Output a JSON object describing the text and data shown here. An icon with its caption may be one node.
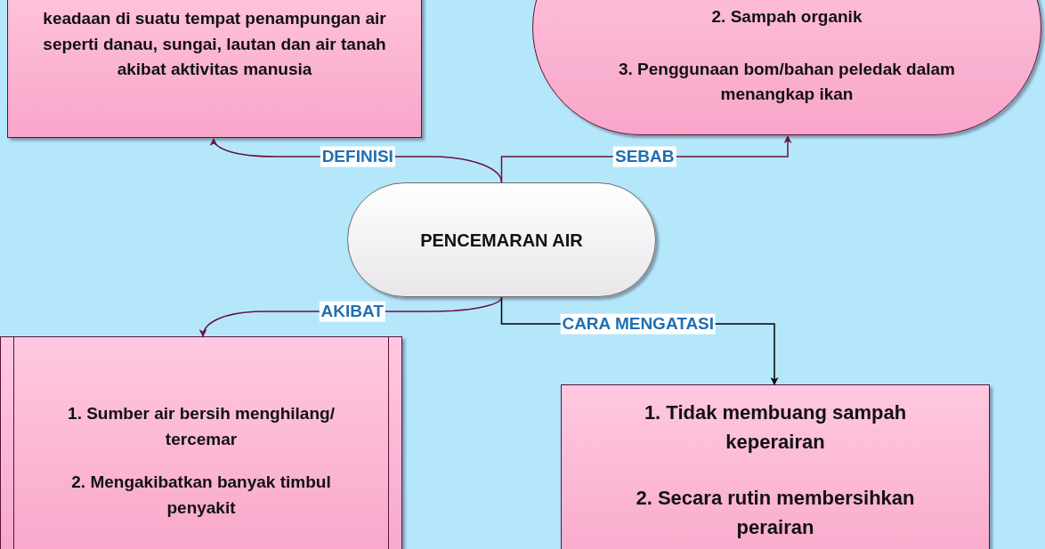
{
  "diagram": {
    "nodes": [
      {
        "text": [
          "keadaan di suatu tempat penampungan air seperti danau, sungai, lautan dan air tanah akibat aktivitas manusia"
        ]
      },
      {
        "text": [
          "2. Sampah organik",
          "3. Penggunaan bom/bahan peledak dalam menangkap ikan"
        ]
      },
      {
        "text": [
          "PENCEMARAN AIR"
        ]
      },
      {
        "text": [
          "1. Sumber air bersih menghilang/ tercemar",
          "2. Mengakibatkan banyak timbul penyakit"
        ]
      },
      {
        "text": [
          "1. Tidak membuang sampah keperairan",
          "2. Secara rutin membersihkan perairan"
        ]
      }
    ],
    "edges": [
      {
        "from": 2,
        "to": 0,
        "arrow": "to",
        "label": "DEFINISI"
      },
      {
        "from": 2,
        "to": 1,
        "arrow": "to",
        "label": "SEBAB"
      },
      {
        "from": 2,
        "to": 3,
        "arrow": "to",
        "label": "AKIBAT"
      },
      {
        "from": 2,
        "to": 4,
        "arrow": "to",
        "label": "CARA MENGATASI",
        "color": "#000000"
      }
    ]
  }
}
